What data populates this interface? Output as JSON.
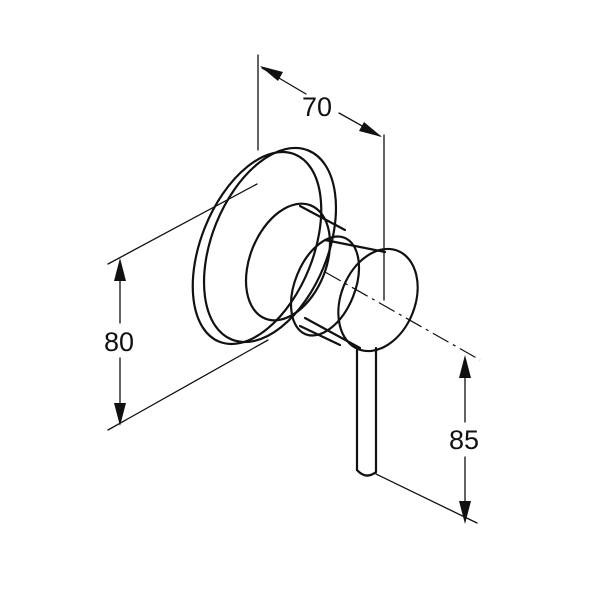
{
  "dimensions": {
    "width_label": "70",
    "height_label": "80",
    "lever_label": "85"
  }
}
